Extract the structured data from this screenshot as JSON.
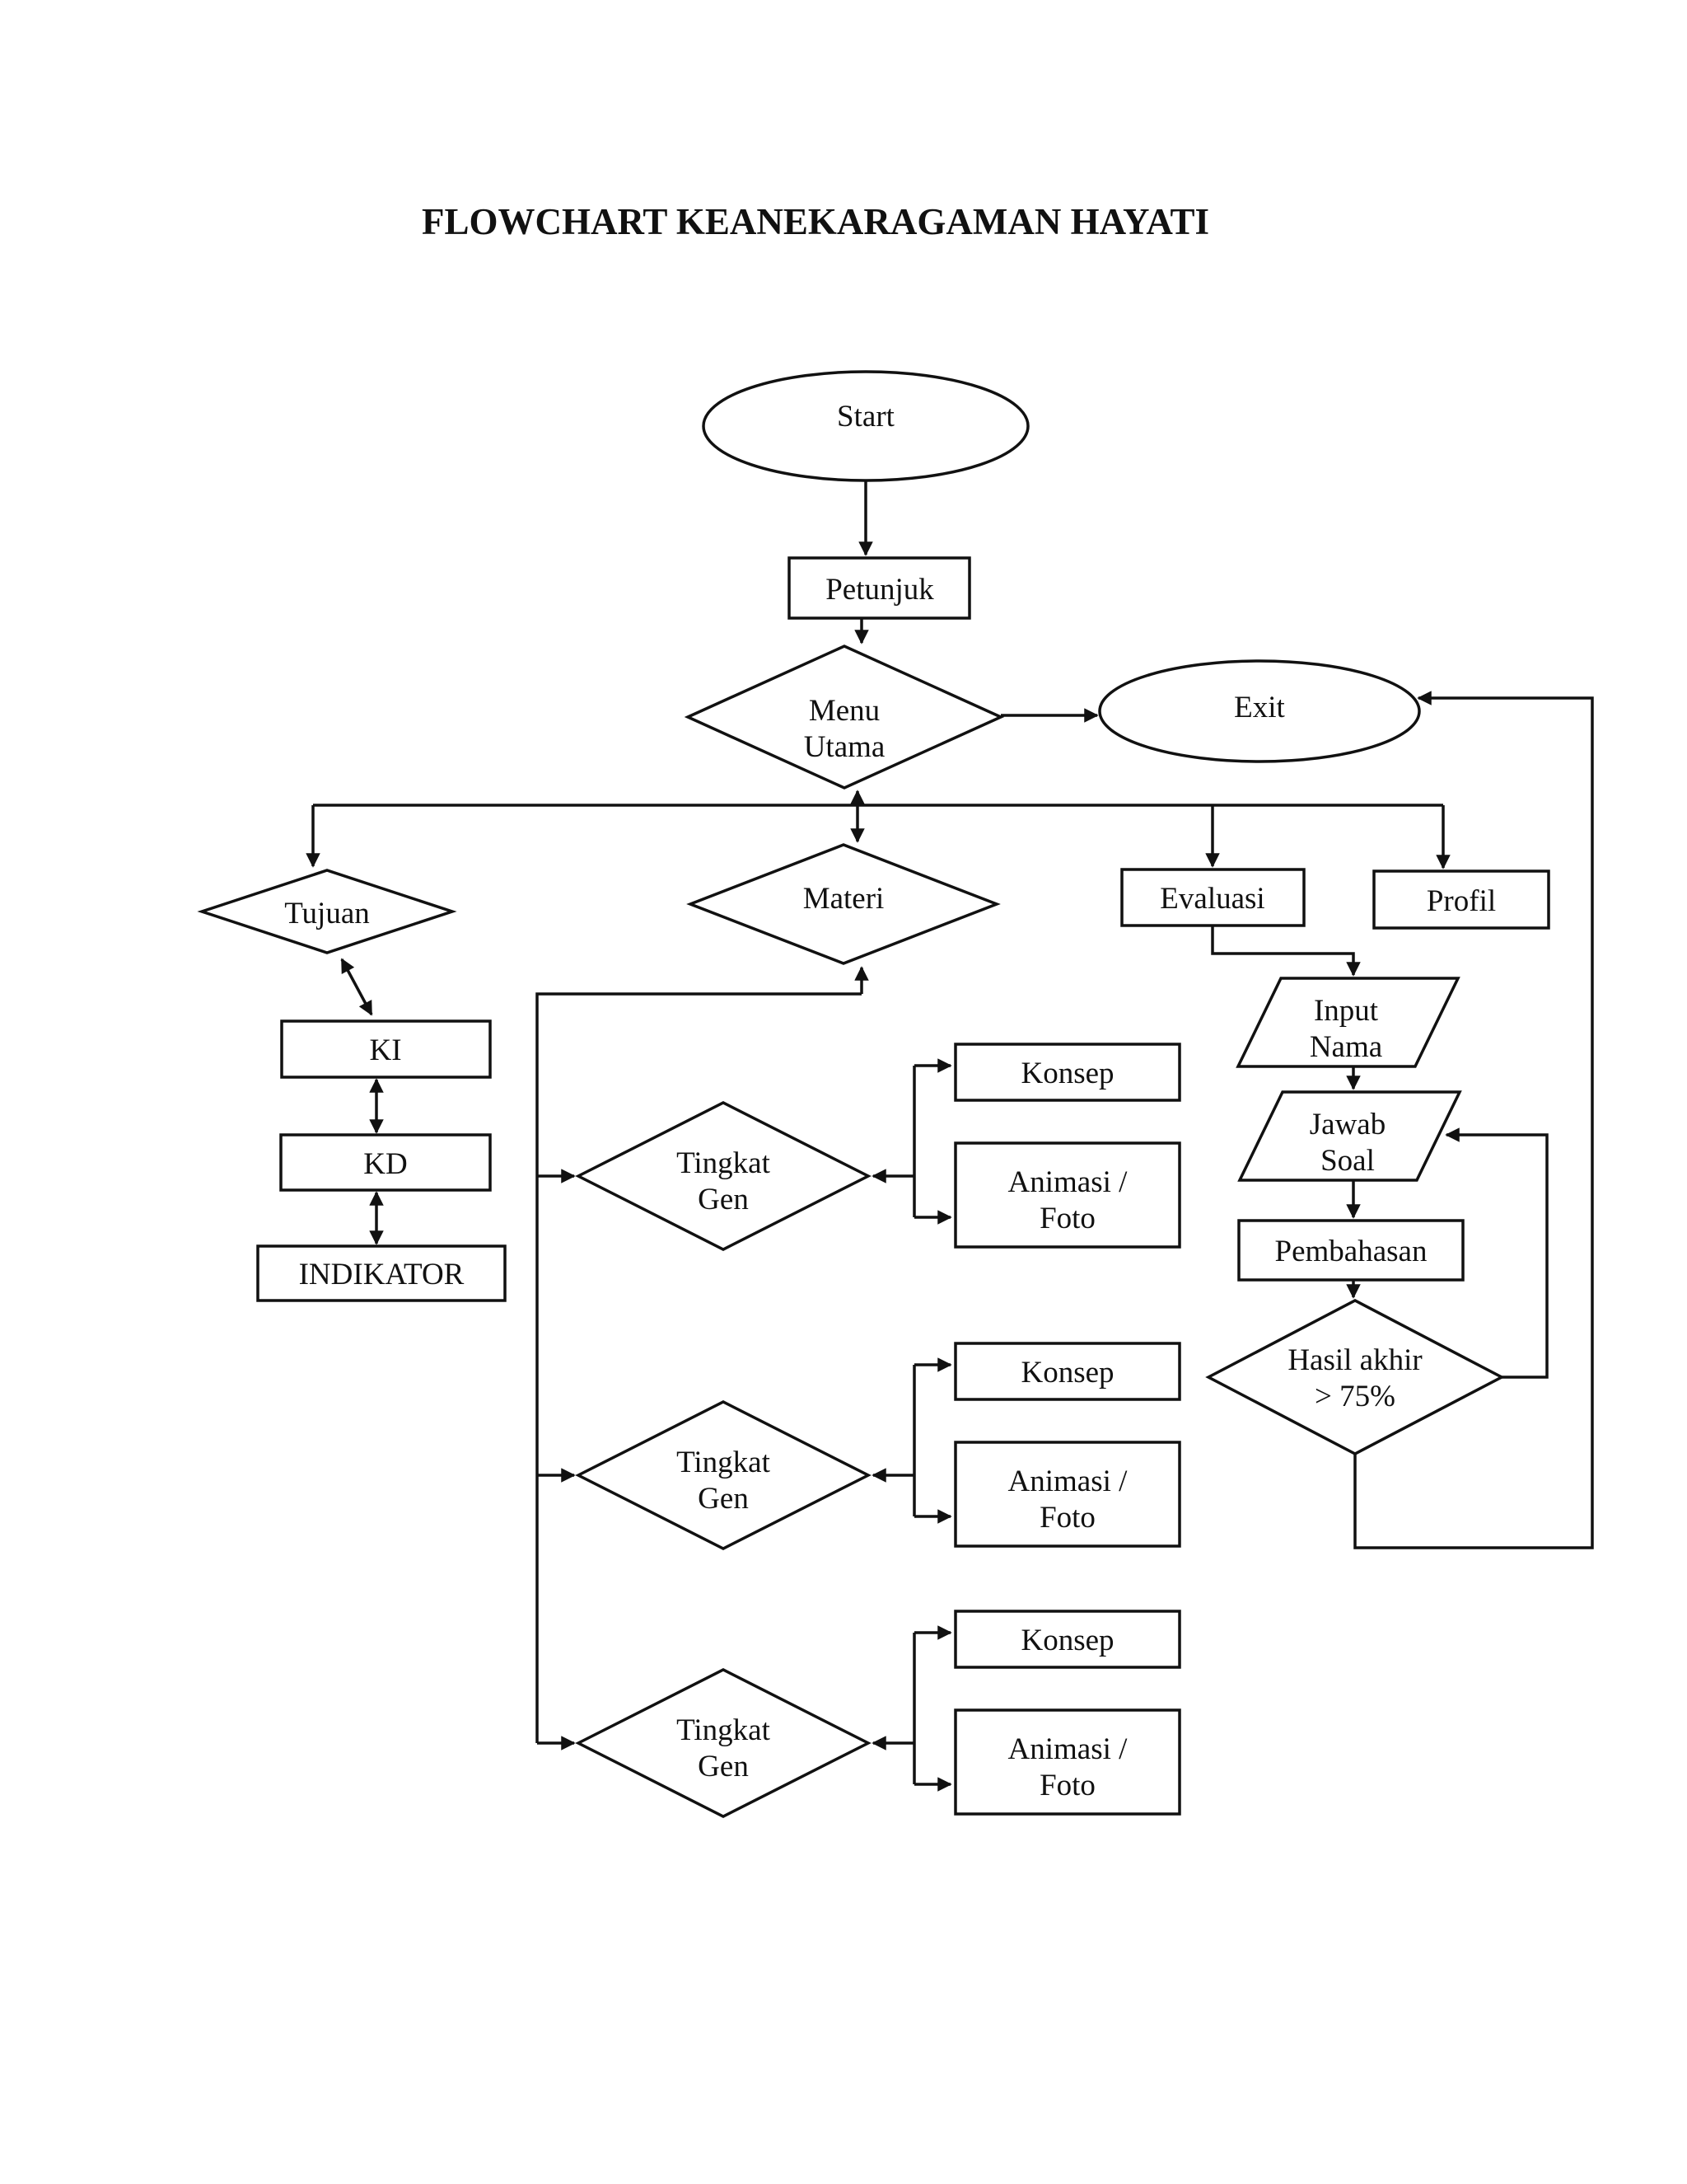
{
  "title": "FLOWCHART KEANEKARAGAMAN HAYATI",
  "colors": {
    "background": "#ffffff",
    "line": "#111111",
    "text": "#111111"
  },
  "nodes": {
    "start": {
      "label": "Start"
    },
    "petunjuk": {
      "label": "Petunjuk"
    },
    "menu_utama": {
      "line1": "Menu",
      "line2": "Utama"
    },
    "exit": {
      "label": "Exit"
    },
    "tujuan": {
      "label": "Tujuan"
    },
    "materi": {
      "label": "Materi"
    },
    "evaluasi": {
      "label": "Evaluasi"
    },
    "profil": {
      "label": "Profil"
    },
    "ki": {
      "label": "KI"
    },
    "kd": {
      "label": "KD"
    },
    "indikator": {
      "label": "INDIKATOR"
    },
    "input_nama": {
      "line1": "Input",
      "line2": "Nama"
    },
    "jawab_soal": {
      "line1": "Jawab",
      "line2": "Soal"
    },
    "pembahasan": {
      "label": "Pembahasan"
    },
    "hasil_akhir": {
      "line1": "Hasil akhir",
      "line2": "> 75%"
    }
  },
  "gen_groups": [
    {
      "diamond": {
        "line1": "Tingkat",
        "line2": "Gen"
      },
      "konsep": "Konsep",
      "animasi": {
        "line1": "Animasi /",
        "line2": "Foto"
      }
    },
    {
      "diamond": {
        "line1": "Tingkat",
        "line2": "Gen"
      },
      "konsep": "Konsep",
      "animasi": {
        "line1": "Animasi /",
        "line2": "Foto"
      }
    },
    {
      "diamond": {
        "line1": "Tingkat",
        "line2": "Gen"
      },
      "konsep": "Konsep",
      "animasi": {
        "line1": "Animasi /",
        "line2": "Foto"
      }
    }
  ]
}
